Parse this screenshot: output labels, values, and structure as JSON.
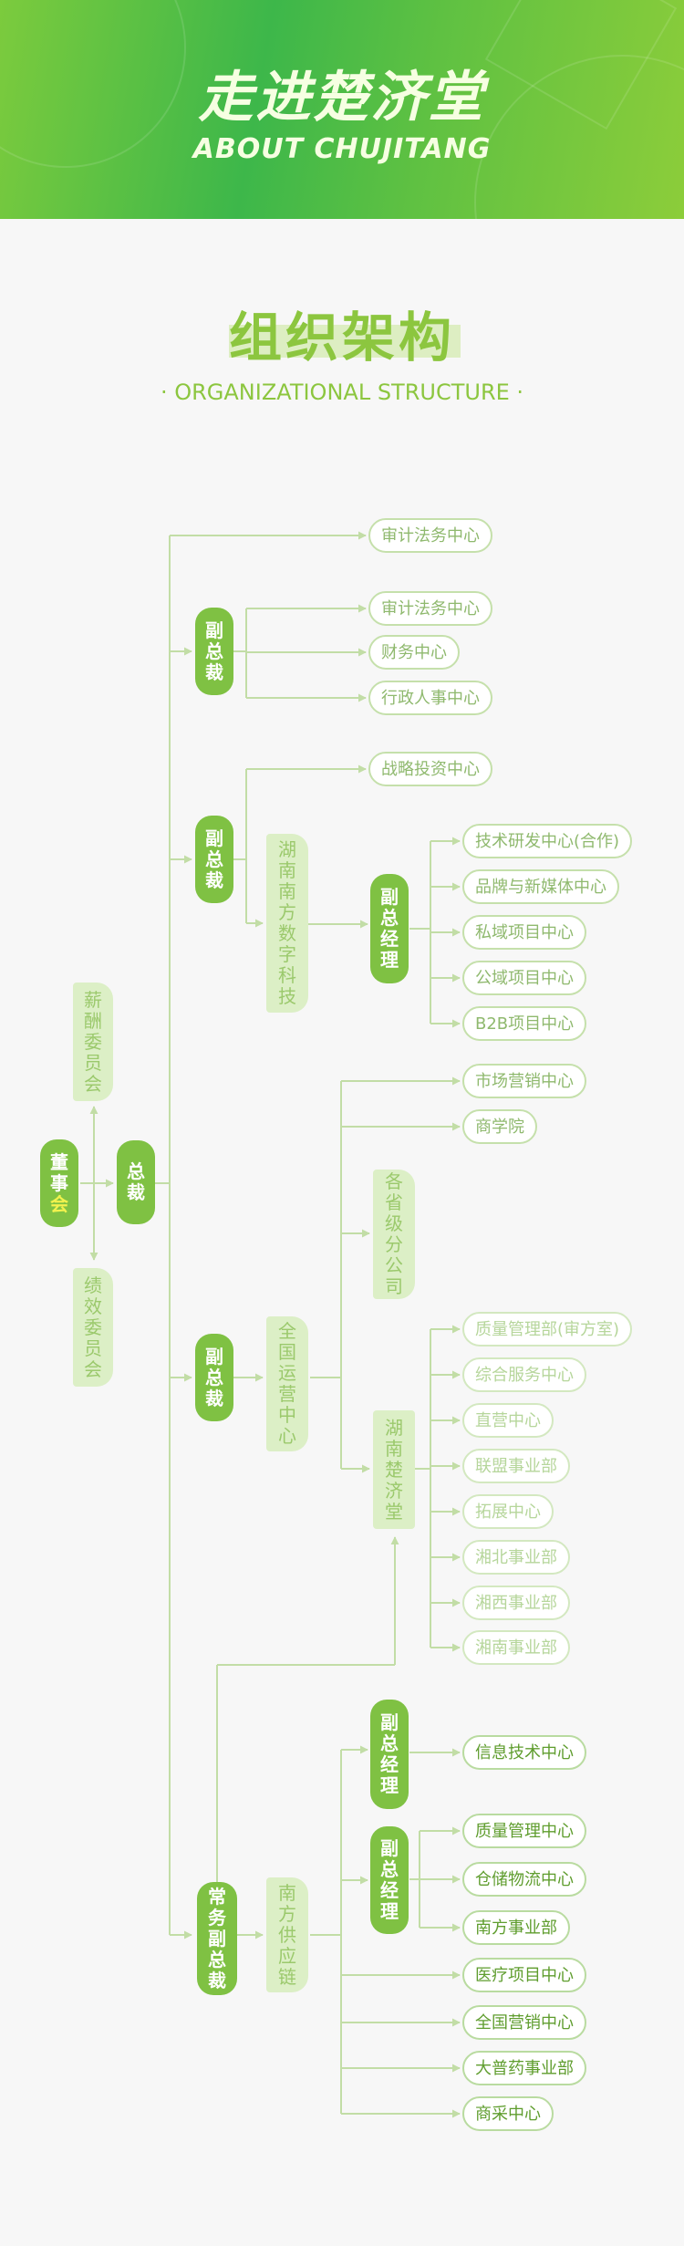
{
  "banner": {
    "title": "走进楚济堂",
    "subtitle": "ABOUT CHUJITANG"
  },
  "section": {
    "title": "组织架构",
    "subtitle": "· ORGANIZATIONAL STRUCTURE ·"
  },
  "colors": {
    "primary": "#7fc143",
    "light": "#dcefc6",
    "line": "#c2dda6",
    "text": "#8fb96e"
  },
  "org": {
    "board": {
      "c1": "董",
      "c2": "事",
      "c3": "会"
    },
    "president": "总裁",
    "committees": [
      "薪酬委员会",
      "绩效委员会"
    ],
    "branch1": {
      "top_center": "审计法务中心",
      "vp": "副总裁",
      "centers": [
        "审计法务中心",
        "财务中心",
        "行政人事中心"
      ]
    },
    "branch2": {
      "vp": "副总裁",
      "strategy": "战略投资中心",
      "company": "湖南南方数字科技",
      "gm": "副总经理",
      "centers": [
        "技术研发中心(合作)",
        "品牌与新媒体中心",
        "私域项目中心",
        "公域项目中心",
        "B2B项目中心"
      ]
    },
    "branch3": {
      "vp": "副总裁",
      "ops": "全国运营中心",
      "direct": [
        "市场营销中心",
        "商学院"
      ],
      "provincial": "各省级分公司",
      "hunan": "湖南楚济堂",
      "hunan_units": [
        "质量管理部(审方室)",
        "综合服务中心",
        "直营中心",
        "联盟事业部",
        "拓展中心",
        "湘北事业部",
        "湘西事业部",
        "湘南事业部"
      ]
    },
    "branch4": {
      "evp": "常务副总裁",
      "supply": "南方供应链",
      "gm1": "副总经理",
      "gm1_units": [
        "信息技术中心"
      ],
      "gm2": "副总经理",
      "gm2_units": [
        "质量管理中心",
        "仓储物流中心",
        "南方事业部"
      ],
      "direct": [
        "医疗项目中心",
        "全国营销中心",
        "大普药事业部",
        "商采中心"
      ]
    }
  }
}
